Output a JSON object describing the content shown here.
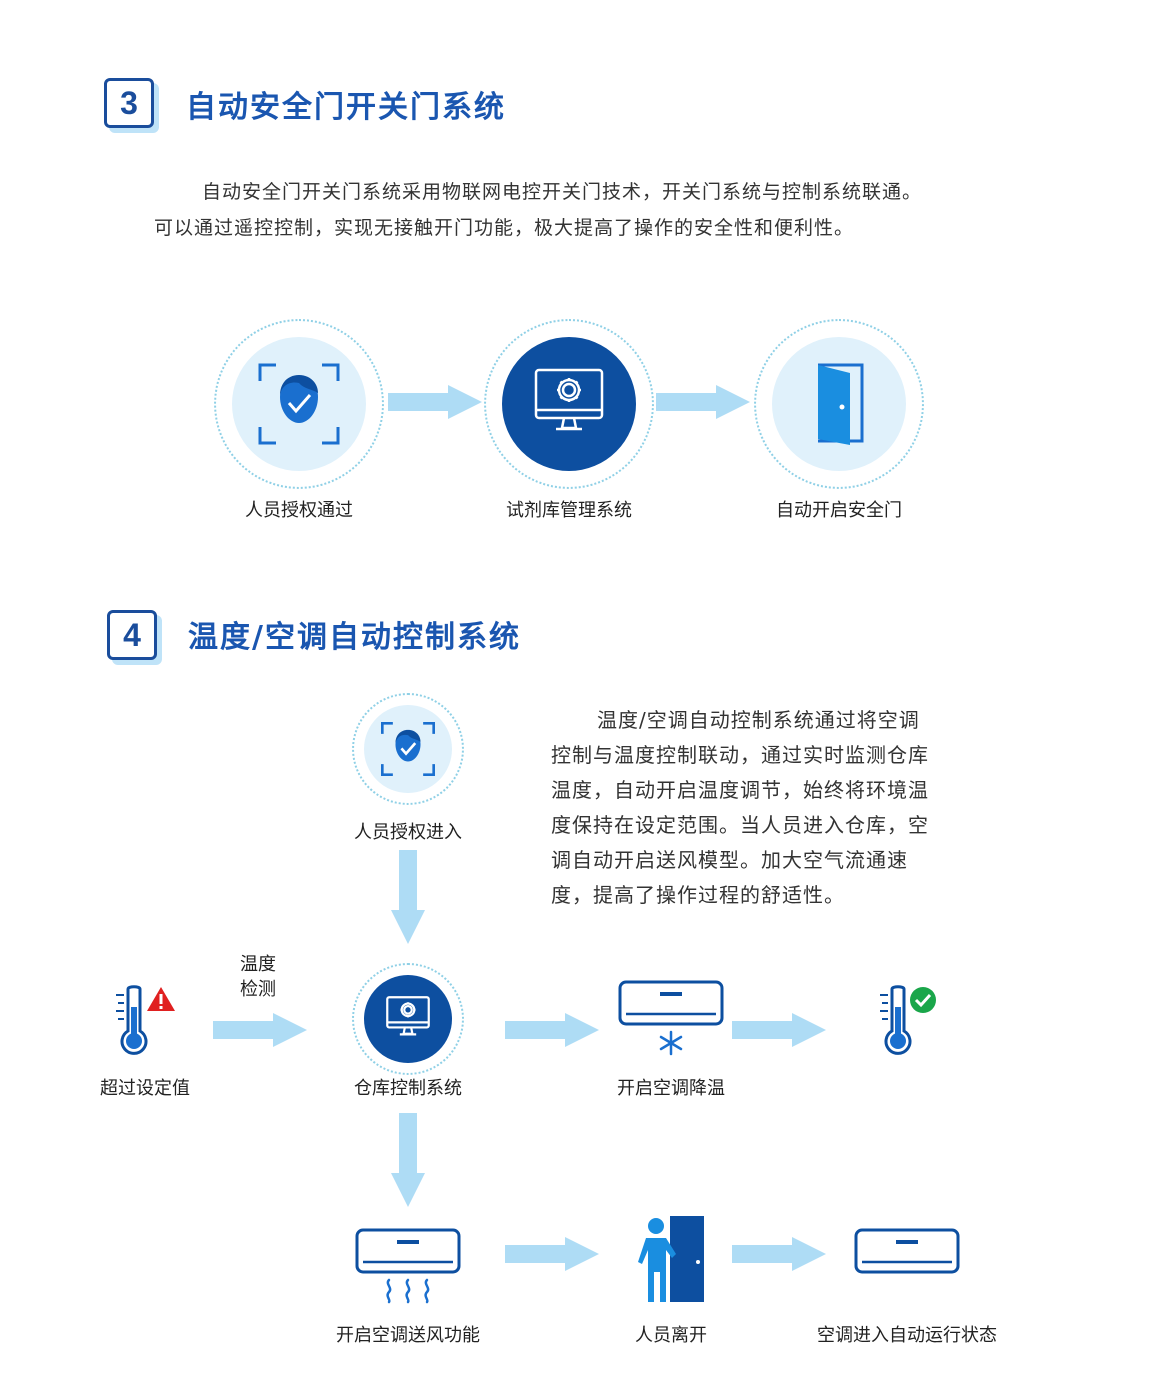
{
  "section3": {
    "number": "3",
    "title": "自动安全门开关门系统",
    "para_line1": "自动安全门开关门系统采用物联网电控开关门技术，开关门系统与控制系统联通。",
    "para_line2": "可以通过遥控控制，实现无接触开门功能，极大提高了操作的安全性和便利性。",
    "flow": [
      {
        "label": "人员授权通过",
        "icon": "face-scan-icon"
      },
      {
        "label": "试剂库管理系统",
        "icon": "monitor-gear-icon"
      },
      {
        "label": "自动开启安全门",
        "icon": "open-door-icon"
      }
    ]
  },
  "section4": {
    "number": "4",
    "title": "温度/空调自动控制系统",
    "para_lines": [
      "温度/空调自动控制系统通过将空调",
      "控制与温度控制联动，通过实时监测仓库",
      "温度，自动开启温度调节，始终将环境温",
      "度保持在设定范围。当人员进入仓库，空",
      "调自动开启送风模型。加大空气流通速",
      "度，提高了操作过程的舒适性。"
    ],
    "labels": {
      "entry": "人员授权进入",
      "temp_detect_line1": "温度",
      "temp_detect_line2": "检测",
      "over_limit": "超过设定值",
      "control": "仓库控制系统",
      "cooling": "开启空调降温",
      "fan": "开启空调送风功能",
      "leave": "人员离开",
      "auto": "空调进入自动运行状态"
    }
  },
  "colors": {
    "title_blue": "#1a56b0",
    "dark_blue": "#0d4fa0",
    "icon_blue": "#1a6fcf",
    "arrow_blue": "#aedcf5",
    "circle_light": "#e0f1fb",
    "warning_red": "#e02020",
    "ok_green": "#1aa64a"
  }
}
